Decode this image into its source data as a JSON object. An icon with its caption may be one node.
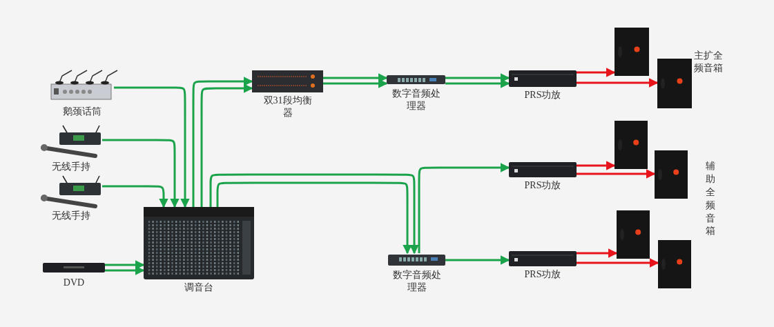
{
  "diagram": {
    "nodes": [
      {
        "text": [
          "鹅颈话筒"
        ]
      },
      {
        "text": [
          "无线手持"
        ]
      },
      {
        "text": [
          "无线手持"
        ]
      },
      {
        "text": [
          "DVD"
        ]
      },
      {
        "text": [
          "调音台"
        ]
      },
      {
        "text": [
          "双31段均衡器"
        ]
      },
      {
        "text": [
          "数字音频处理器"
        ]
      },
      {
        "text": [
          "PRS功放"
        ]
      },
      {
        "text": [],
        "shape": "picture"
      },
      {
        "text": [],
        "shape": "picture"
      },
      {
        "text": [
          "数字音频处理器"
        ]
      },
      {
        "text": [
          "PRS功放"
        ]
      },
      {
        "text": [
          "PRS功放"
        ]
      },
      {
        "text": [],
        "shape": "picture"
      },
      {
        "text": [],
        "shape": "picture"
      },
      {
        "text": [],
        "shape": "picture"
      },
      {
        "text": [],
        "shape": "picture"
      }
    ],
    "edges": [
      {
        "from": 0,
        "to": 4,
        "arrow": "to"
      },
      {
        "from": 1,
        "to": 4,
        "arrow": "to"
      },
      {
        "from": 2,
        "to": 4,
        "arrow": "to"
      },
      {
        "from": 3,
        "to": 4,
        "arrow": "to"
      },
      {
        "from": 3,
        "to": 4,
        "arrow": "to"
      },
      {
        "from": 4,
        "to": 5,
        "arrow": "to"
      },
      {
        "from": 4,
        "to": 5,
        "arrow": "to"
      },
      {
        "from": 5,
        "to": 6,
        "arrow": "to"
      },
      {
        "from": 5,
        "to": 6,
        "arrow": "to"
      },
      {
        "from": 6,
        "to": 7,
        "arrow": "to"
      },
      {
        "from": 6,
        "to": 7,
        "arrow": "to"
      },
      {
        "from": 4,
        "to": 10,
        "arrow": "to"
      },
      {
        "from": 4,
        "to": 10,
        "arrow": "to"
      },
      {
        "from": 10,
        "to": 11,
        "arrow": "to"
      },
      {
        "from": 10,
        "to": 12,
        "arrow": "to"
      },
      {
        "from": 7,
        "to": 8,
        "arrow": "to",
        "color": "#e8141b"
      },
      {
        "from": 7,
        "to": 9,
        "arrow": "to",
        "color": "#e8141b"
      },
      {
        "from": 11,
        "to": 13,
        "arrow": "to",
        "color": "#e8141b"
      },
      {
        "from": 11,
        "to": 14,
        "arrow": "to",
        "color": "#e8141b"
      },
      {
        "from": 12,
        "to": 15,
        "arrow": "to",
        "color": "#e8141b"
      },
      {
        "from": 12,
        "to": 16,
        "arrow": "to",
        "color": "#e8141b"
      }
    ],
    "labels": [
      "主扩全频音箱",
      "辅助全频音箱"
    ]
  }
}
